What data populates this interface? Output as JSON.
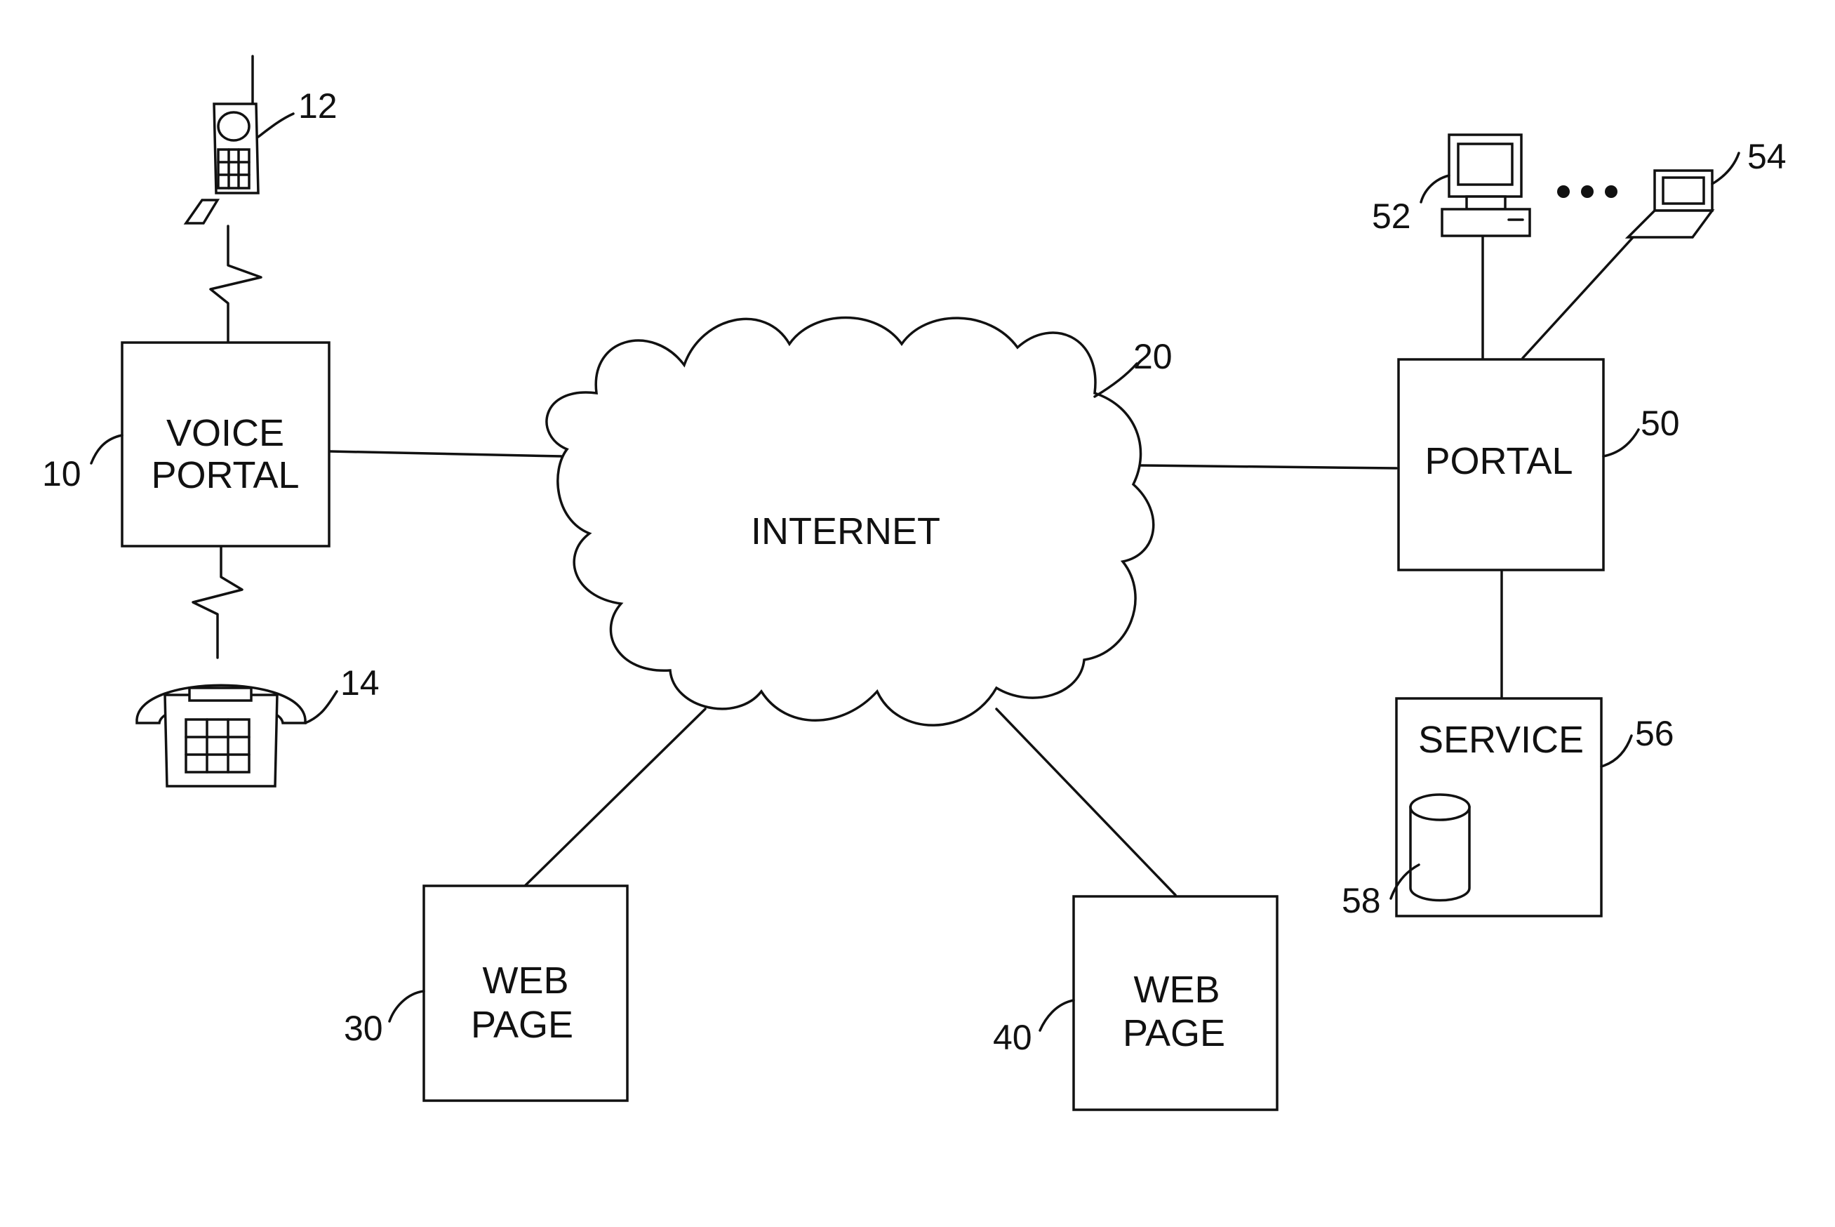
{
  "nodes": {
    "voice_portal": {
      "line1": "VOICE",
      "line2": "PORTAL",
      "ref": "10"
    },
    "cell_phone": {
      "ref": "12"
    },
    "desk_phone": {
      "ref": "14"
    },
    "internet": {
      "label": "INTERNET",
      "ref": "20"
    },
    "web_page_30": {
      "line1": "WEB",
      "line2": "PAGE",
      "ref": "30"
    },
    "web_page_40": {
      "line1": "WEB",
      "line2": "PAGE",
      "ref": "40"
    },
    "portal": {
      "label": "PORTAL",
      "ref": "50"
    },
    "desktop_computer": {
      "ref": "52"
    },
    "laptop": {
      "ref": "54"
    },
    "service": {
      "label": "SERVICE",
      "ref": "56"
    },
    "database": {
      "ref": "58"
    }
  },
  "colors": {
    "ink": "#111111",
    "background": "#ffffff"
  }
}
